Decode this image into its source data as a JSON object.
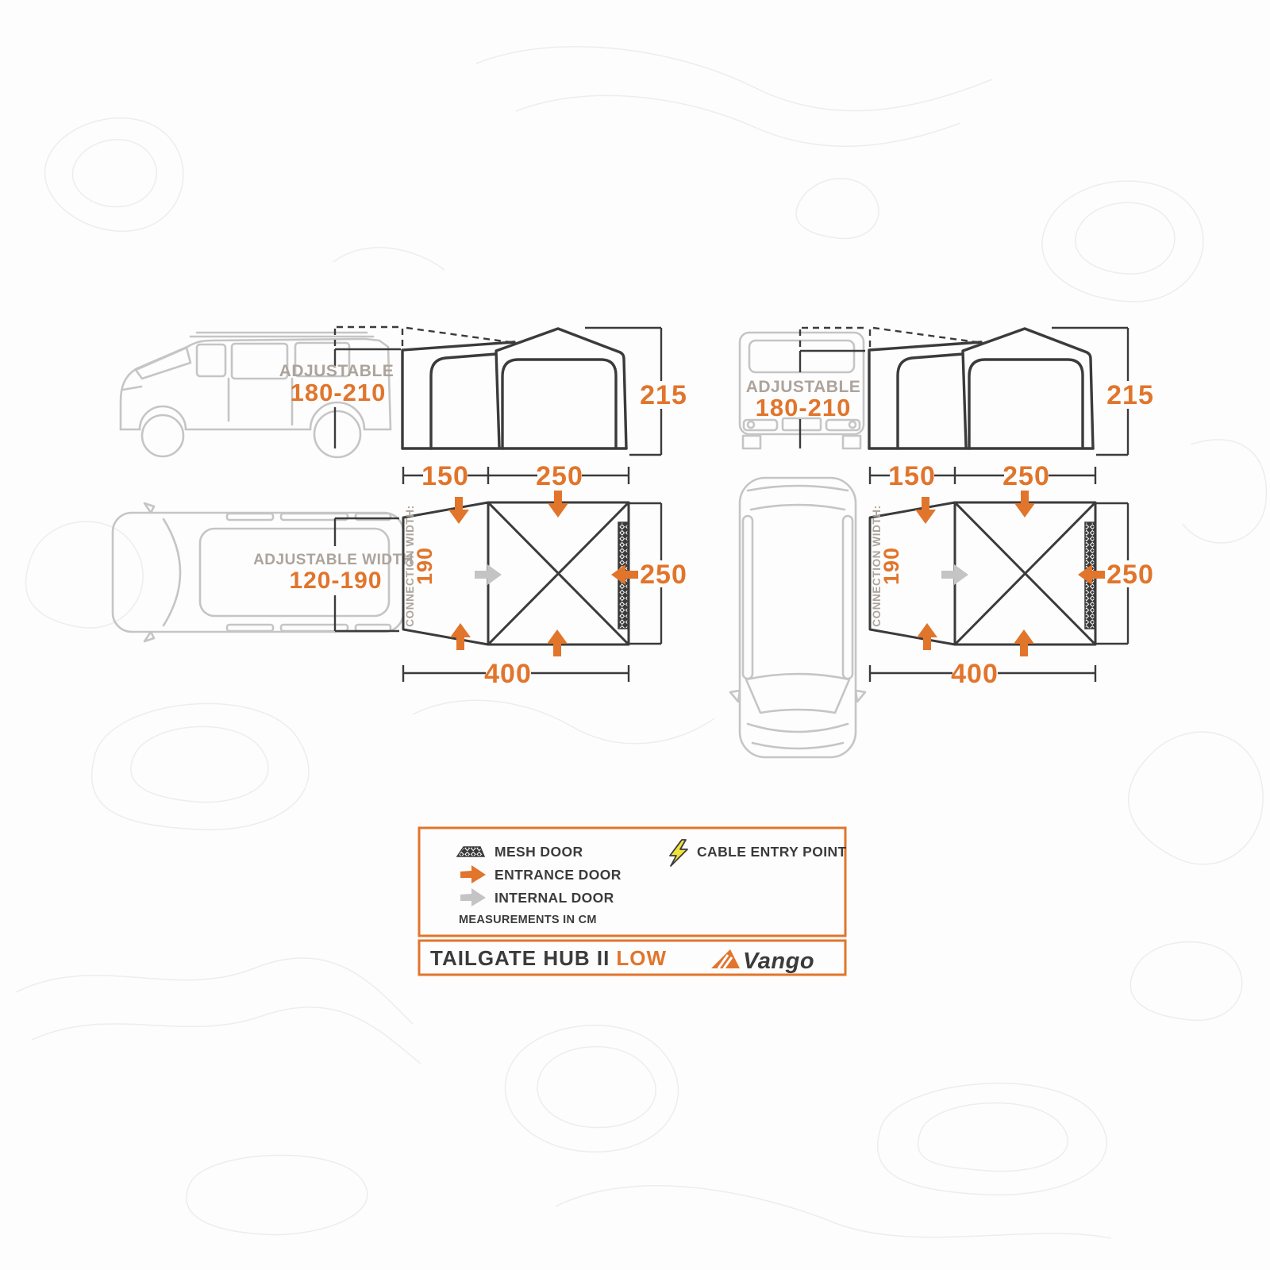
{
  "product": {
    "title": "TAILGATE HUB II",
    "variant": "LOW",
    "brand": "Vango"
  },
  "units_note": "MEASUREMENTS IN CM",
  "dimensions": {
    "height": "215",
    "tunnel_depth": "150",
    "main_depth": "250",
    "width": "250",
    "total_depth": "400",
    "connection_width_label": "CONNECTION WIDTH:",
    "connection_width_value": "190"
  },
  "vehicle_labels": {
    "side_height_label": "ADJUSTABLE",
    "side_height_range": "180-210",
    "rear_height_label": "ADJUSTABLE",
    "rear_height_range": "180-210",
    "top_width_label": "ADJUSTABLE WIDTH",
    "top_width_range": "120-190"
  },
  "legend": {
    "mesh_door": "MESH DOOR",
    "entrance_door": "ENTRANCE DOOR",
    "internal_door": "INTERNAL DOOR",
    "cable_entry": "CABLE ENTRY POINT"
  },
  "colors": {
    "accent_orange": "#e1752c",
    "line_dark": "#3b3b3b",
    "vehicle_gray": "#c5c5c5",
    "label_gray": "#aca49c",
    "internal_arrow_gray": "#c4c4c4",
    "bolt_yellow": "#f0e23c",
    "contour_gray": "#ededed"
  }
}
